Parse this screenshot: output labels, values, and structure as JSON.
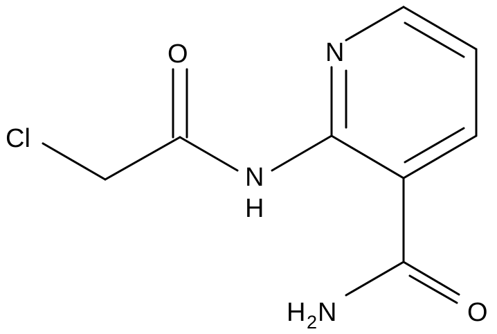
{
  "molecule": {
    "atoms": {
      "n_ring": "N",
      "nh": "N",
      "h_on_n": "H",
      "cl": "Cl",
      "o_amide": "O",
      "o_carboxamide": "O",
      "h2n": "H",
      "h2n_sub": "2",
      "h2n_n": "N"
    }
  }
}
